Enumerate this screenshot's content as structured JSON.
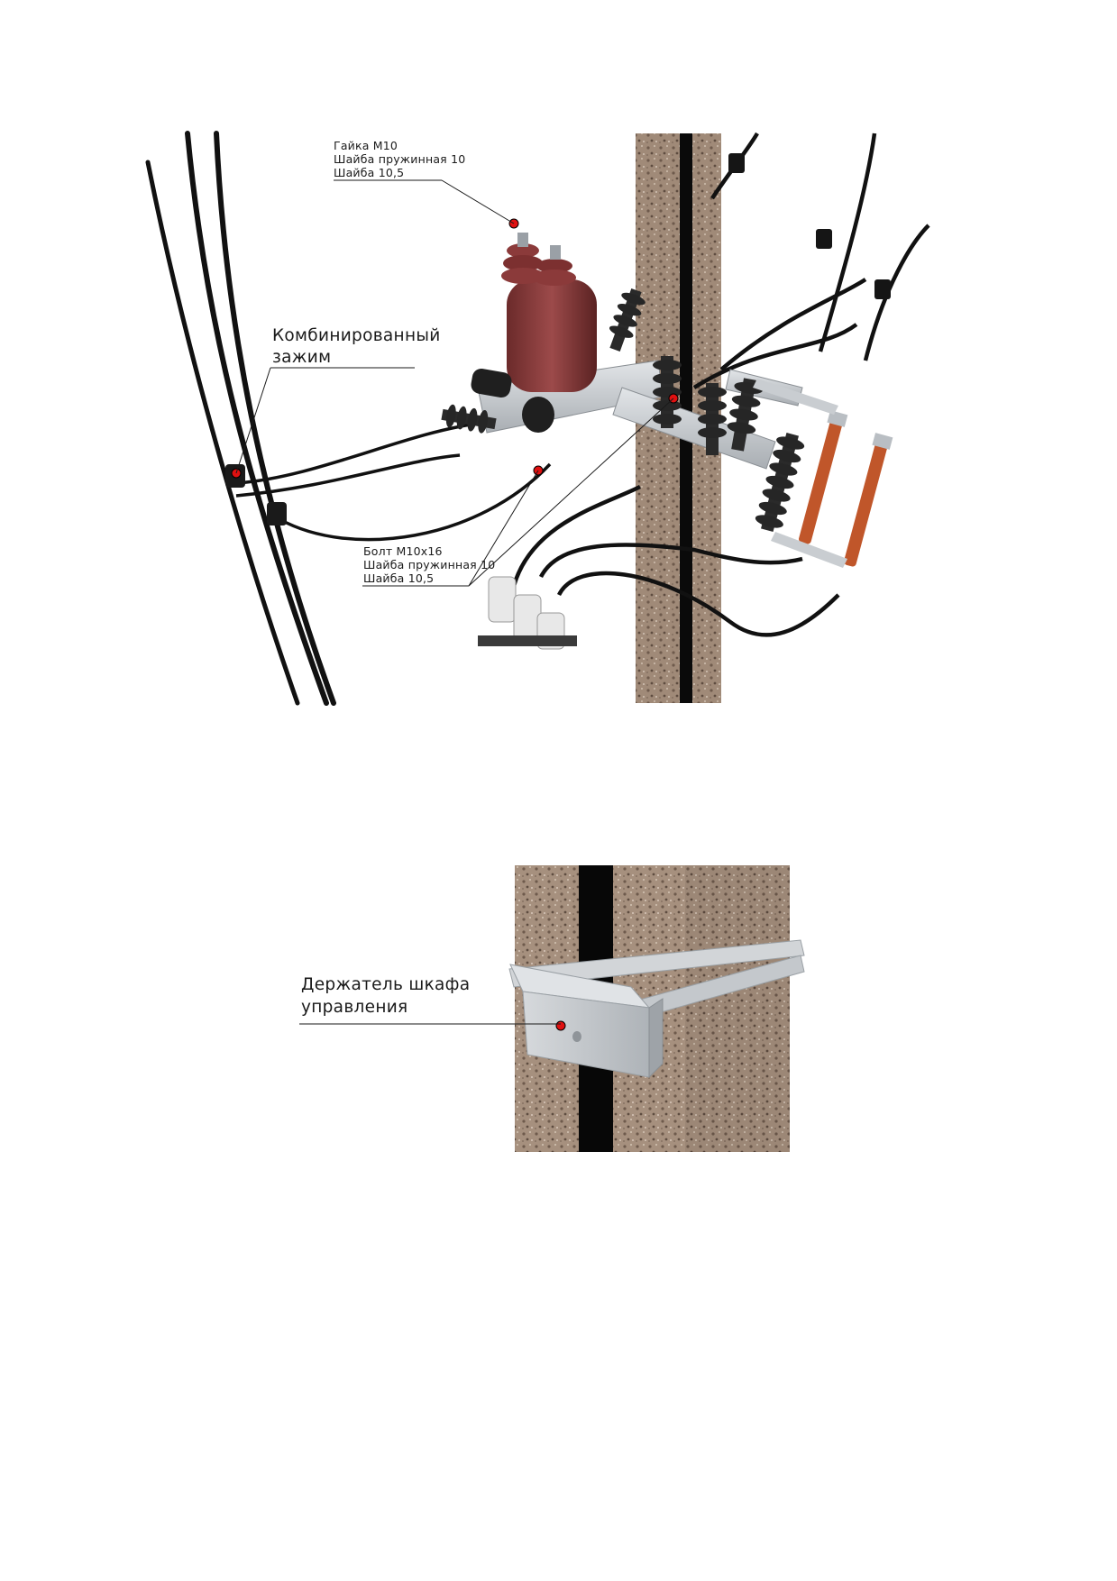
{
  "figure1": {
    "labels": {
      "top_callout": [
        "Гайка М10",
        "Шайба пружинная 10",
        "Шайба 10,5"
      ],
      "combined_clamp": [
        "Комбинированный",
        "зажим"
      ],
      "bottom_callout": [
        "Болт М10х16",
        "Шайба пружинная 10",
        "Шайба 10,5"
      ]
    }
  },
  "figure2": {
    "labels": {
      "cabinet_holder": [
        "Держатель шкафа",
        "управления"
      ]
    }
  },
  "colors": {
    "marker": "#e01010",
    "concrete": "#a08a78",
    "insulator_brown": "#8b3a3a",
    "insulator_black": "#2a2a2a",
    "arrester_orange": "#c0562a",
    "bracket_grey": "#c9cdd1",
    "cable": "#111111"
  }
}
